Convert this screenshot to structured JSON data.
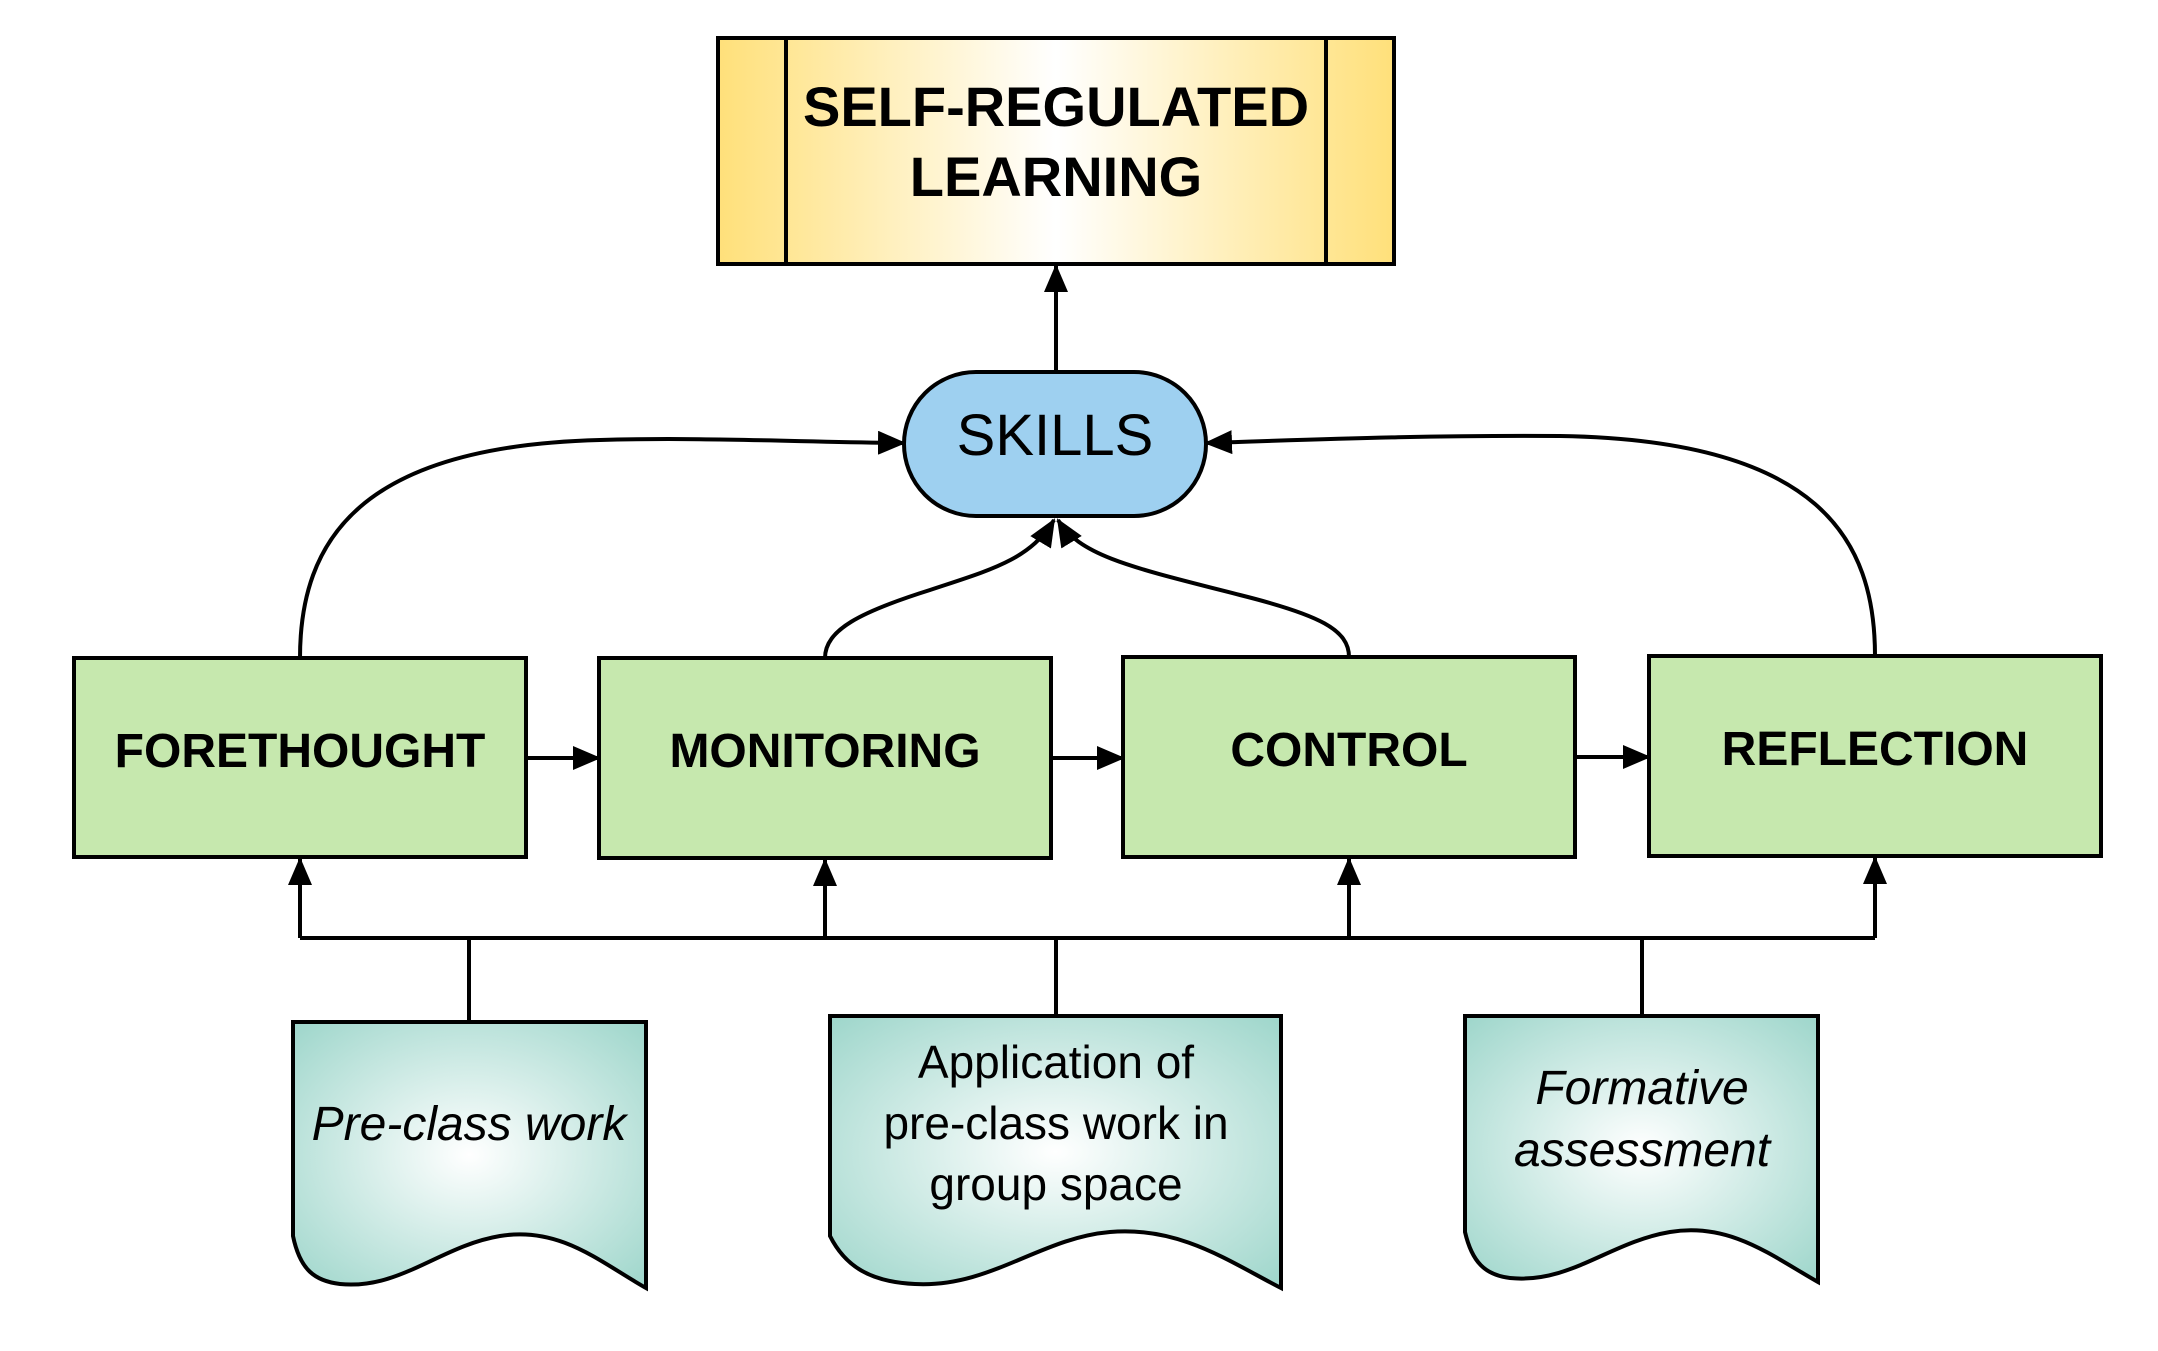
{
  "diagram": {
    "title_line1": "SELF-REGULATED",
    "title_line2": "LEARNING",
    "center": "SKILLS",
    "phases": [
      "FORETHOUGHT",
      "MONITORING",
      "CONTROL",
      "REFLECTION"
    ],
    "inputs": {
      "preclass": "Pre-class work",
      "application_line1": "Application of",
      "application_line2": "pre-class work in",
      "application_line3": "group space",
      "formative_line1": "Formative",
      "formative_line2": "assessment"
    }
  },
  "colors": {
    "title_fill": "#FFE07A",
    "skills_fill": "#9ED0F0",
    "phase_fill": "#C6E8AE",
    "input_fill": "#9ED6CB",
    "stroke": "#000000"
  }
}
